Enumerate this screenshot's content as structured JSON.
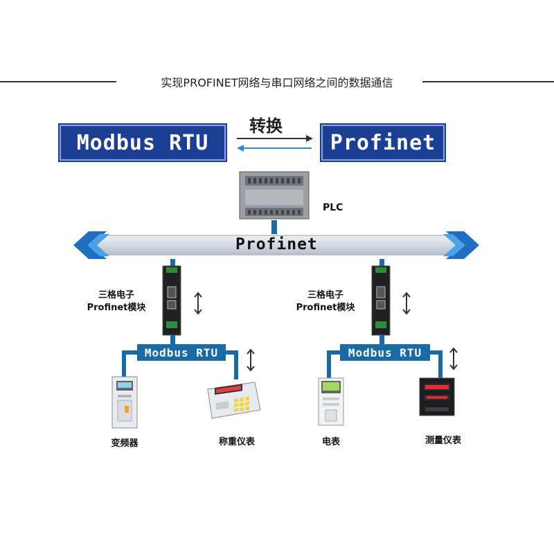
{
  "title": "实现PROFINET网络与串口网络之间的数据通信",
  "modbus_rtu_label": "Modbus RTU",
  "profinet_label": "Profinet",
  "convert_label": "转换",
  "plc_label": "PLC",
  "bus_label": "Profinet",
  "module_left": {
    "line1": "三格电子",
    "line2": "Profinet模块"
  },
  "module_right": {
    "line1": "三格电子",
    "line2": "Profinet模块"
  },
  "rtu_left": "Modbus RTU",
  "rtu_right": "Modbus RTU",
  "devices": [
    {
      "label": "变频器"
    },
    {
      "label": "称重仪表"
    },
    {
      "label": "电表"
    },
    {
      "label": "测量仪表"
    }
  ],
  "colors": {
    "box_blue": "#1c3f96",
    "wire_blue": "#1b6aa8",
    "bus_grey": "#d8dde6"
  }
}
